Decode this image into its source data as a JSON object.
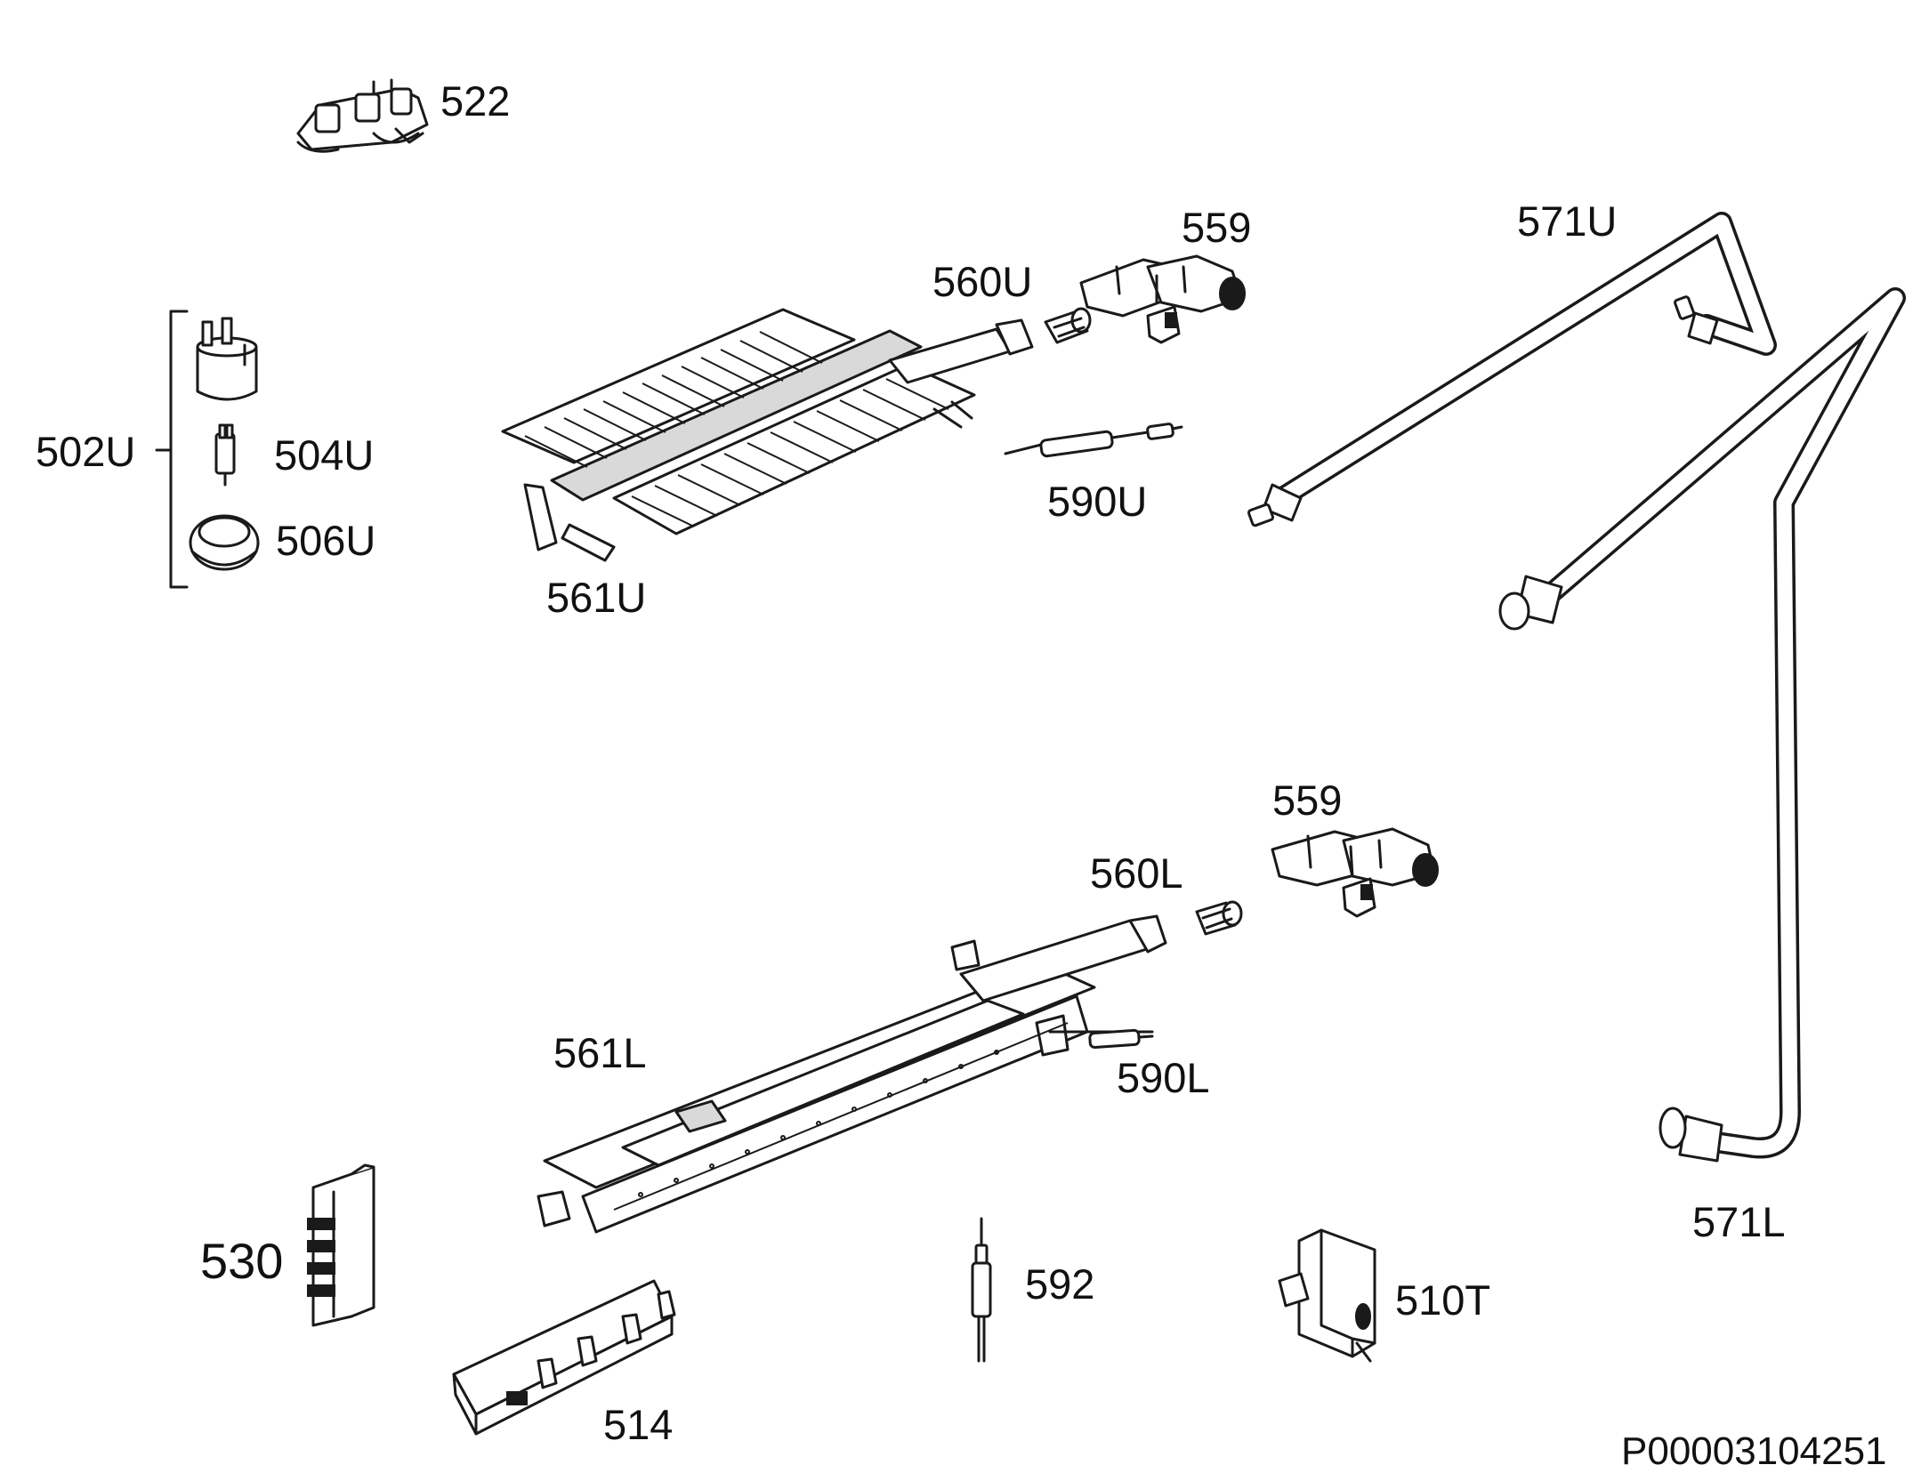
{
  "labels": {
    "p522": "522",
    "p559_upper": "559",
    "p560U": "560U",
    "p571U": "571U",
    "p502U": "502U",
    "p504U": "504U",
    "p506U": "506U",
    "p590U": "590U",
    "p561U": "561U",
    "p559_lower": "559",
    "p560L": "560L",
    "p561L": "561L",
    "p590L": "590L",
    "p571L": "571L",
    "p530": "530",
    "p592": "592",
    "p510T": "510T",
    "p514": "514"
  },
  "document_code": "P00003104251",
  "icons": {
    "p522": "terminal-block-icon",
    "p559": "gas-valve-icon",
    "p560": "injector-nozzle-icon",
    "p571": "gas-pipe-icon",
    "p502U": "thermal-switch-icon",
    "p504U": "connector-pin-icon",
    "p506U": "cap-icon",
    "p590": "thermocouple-icon",
    "p561U": "grill-burner-icon",
    "p561L": "oven-burner-icon",
    "p530": "terminal-strip-icon",
    "p592": "sensor-probe-icon",
    "p510T": "thermostat-icon",
    "p514": "ignition-module-icon"
  },
  "colors": {
    "line": "#1a1a1a",
    "background": "#ffffff"
  }
}
